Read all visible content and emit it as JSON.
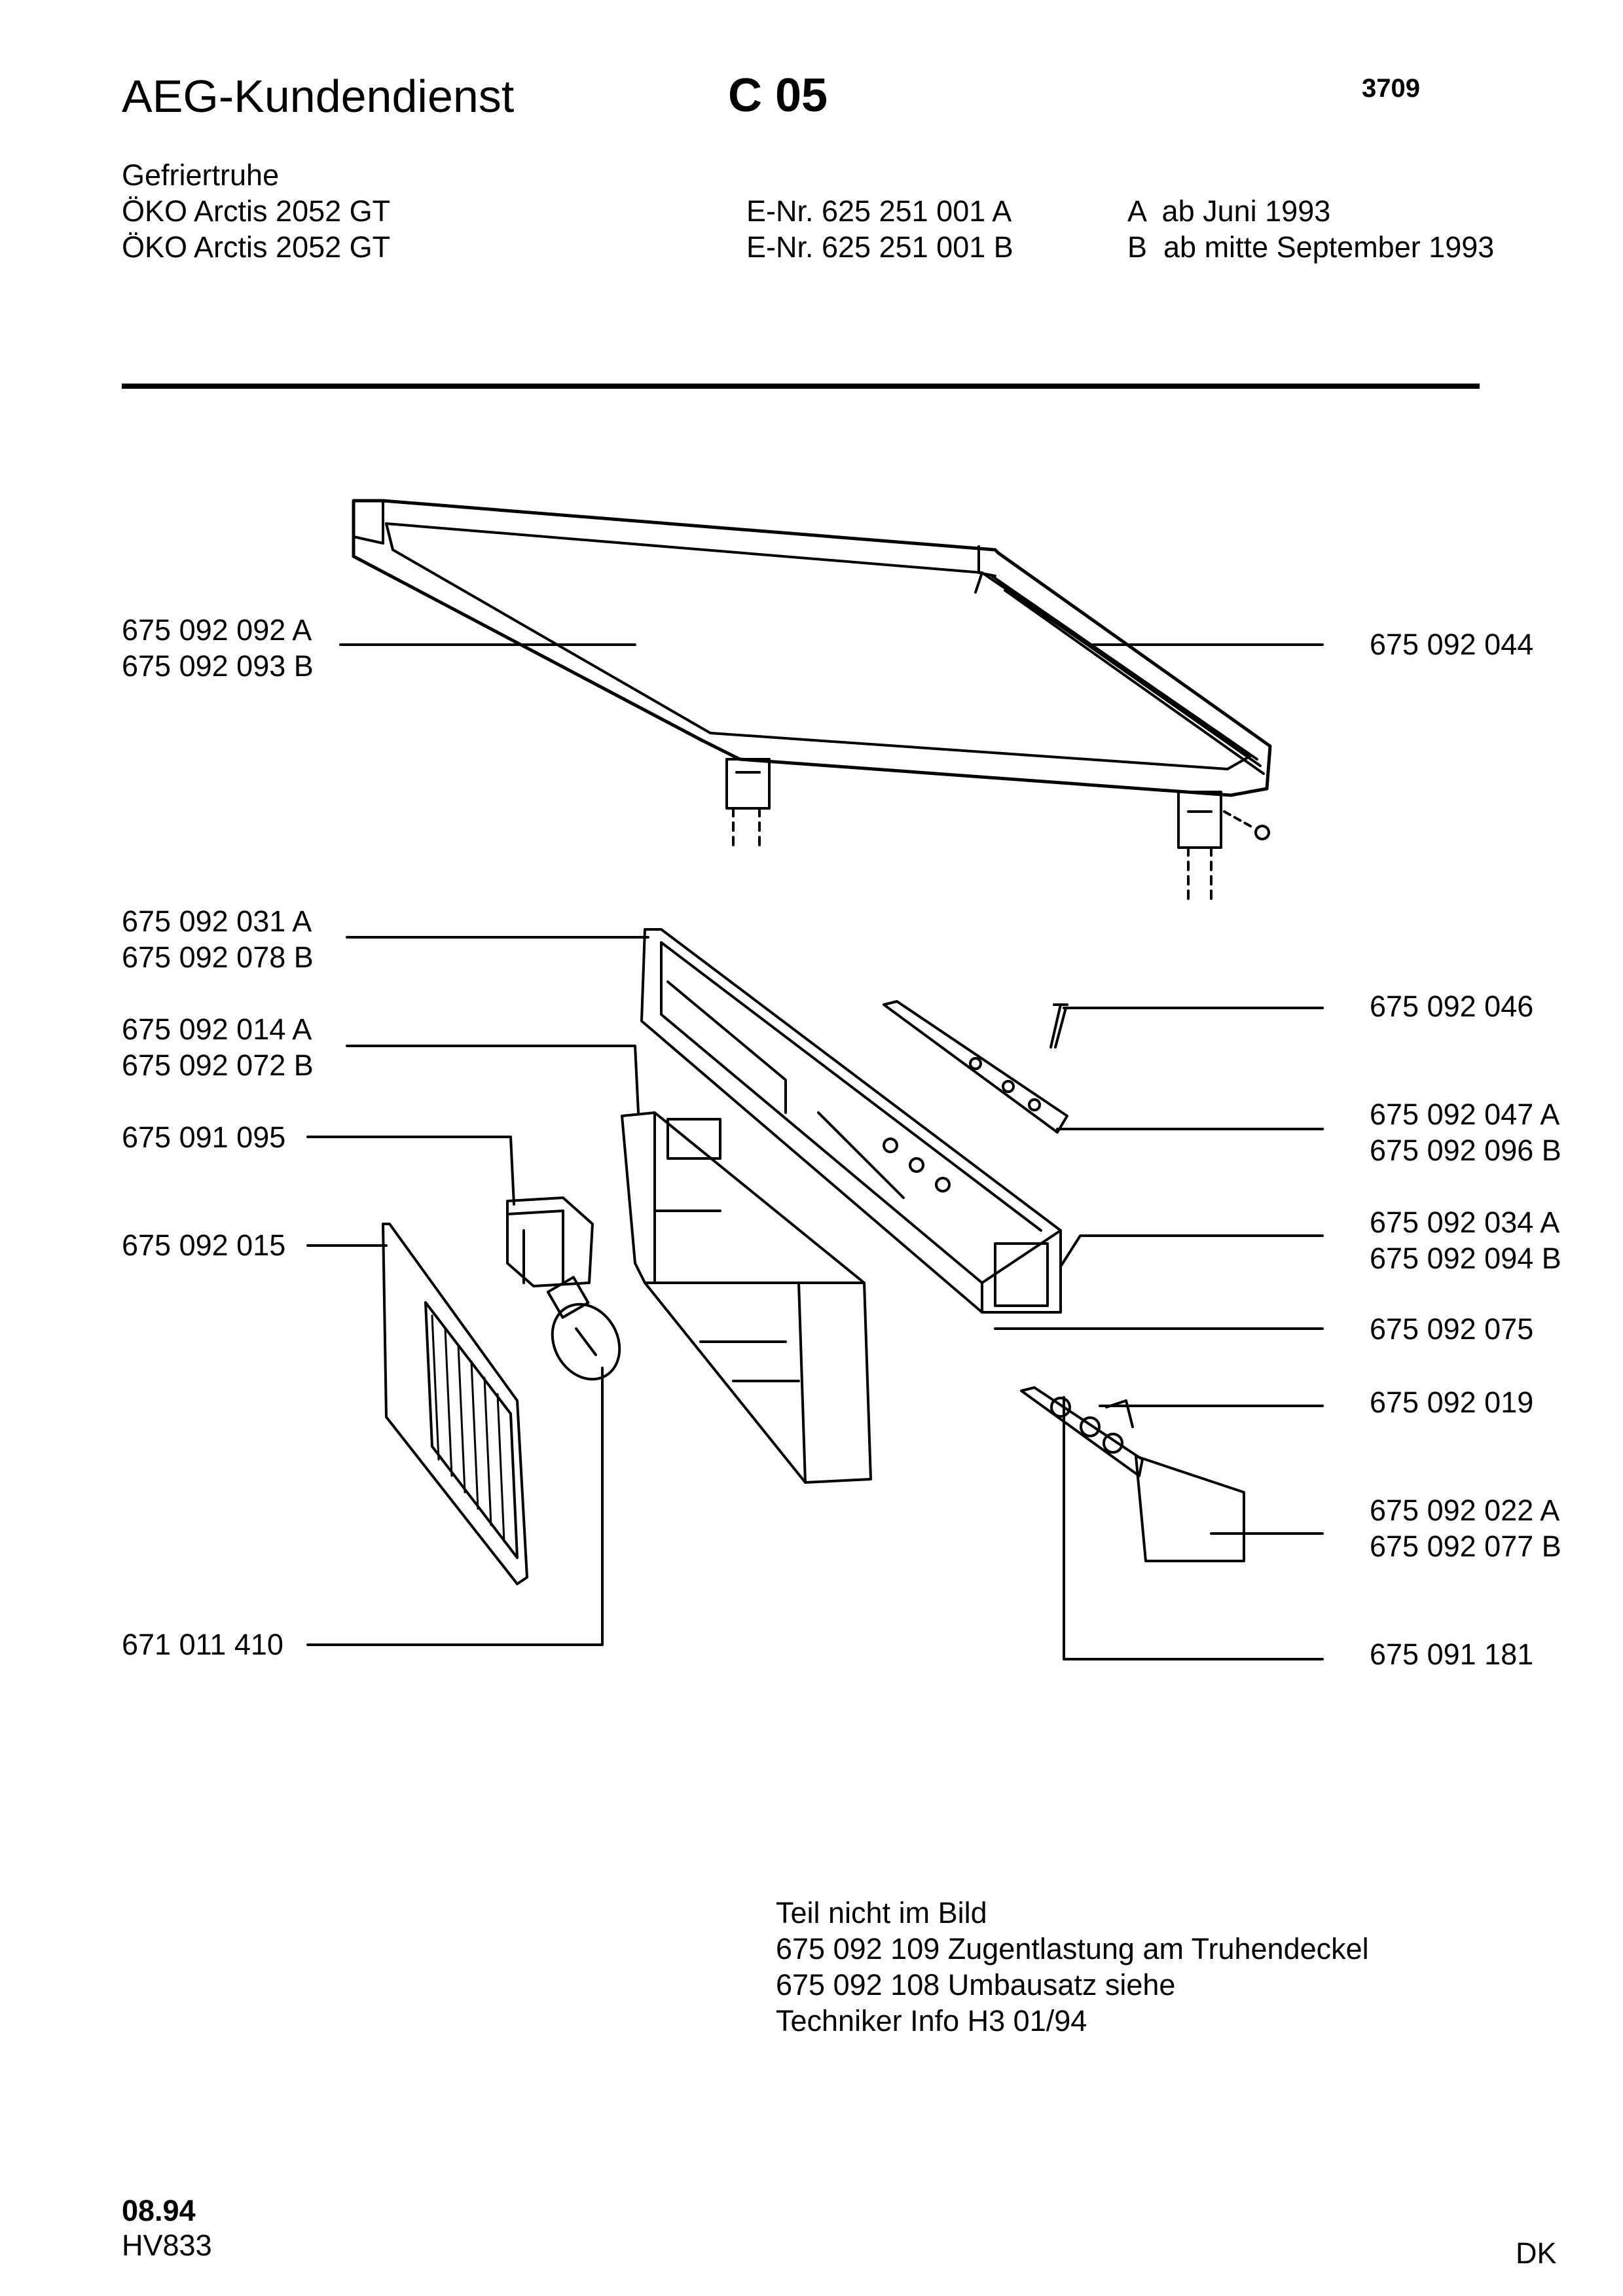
{
  "header": {
    "brand": "AEG-Kundendienst",
    "code": "C 05",
    "doc_number": "3709"
  },
  "product": {
    "type": "Gefriertruhe",
    "models": [
      {
        "name": "ÖKO Arctis 2052 GT",
        "enr": "E-Nr. 625 251 001 A",
        "variant": "A  ab Juni 1993"
      },
      {
        "name": "ÖKO Arctis 2052 GT",
        "enr": "E-Nr. 625 251 001 B",
        "variant": "B  ab mitte September 1993"
      }
    ]
  },
  "left_labels": [
    {
      "lines": [
        "675 092 092 A",
        "675 092 093 B"
      ]
    },
    {
      "lines": [
        "675 092 031 A",
        "675 092 078 B"
      ]
    },
    {
      "lines": [
        "675 092 014 A",
        "675 092 072 B"
      ]
    },
    {
      "lines": [
        "675 091 095"
      ]
    },
    {
      "lines": [
        "675 092 015"
      ]
    },
    {
      "lines": [
        "671 011 410"
      ]
    }
  ],
  "right_labels": [
    {
      "lines": [
        "675 092 044"
      ]
    },
    {
      "lines": [
        "675 092 046"
      ]
    },
    {
      "lines": [
        "675 092 047 A",
        "675 092 096 B"
      ]
    },
    {
      "lines": [
        "675 092 034 A",
        "675 092 094 B"
      ]
    },
    {
      "lines": [
        "675 092 075"
      ]
    },
    {
      "lines": [
        "675 092 019"
      ]
    },
    {
      "lines": [
        "675 092 022 A",
        "675 092 077 B"
      ]
    },
    {
      "lines": [
        "675 091 181"
      ]
    }
  ],
  "notes": {
    "lines": [
      "Teil nicht im Bild",
      "675 092 109 Zugentlastung am Truhendeckel",
      "675 092 108 Umbausatz siehe",
      "Techniker Info H3 01/94"
    ]
  },
  "footer": {
    "date": "08.94",
    "ref": "HV833",
    "country": "DK"
  }
}
